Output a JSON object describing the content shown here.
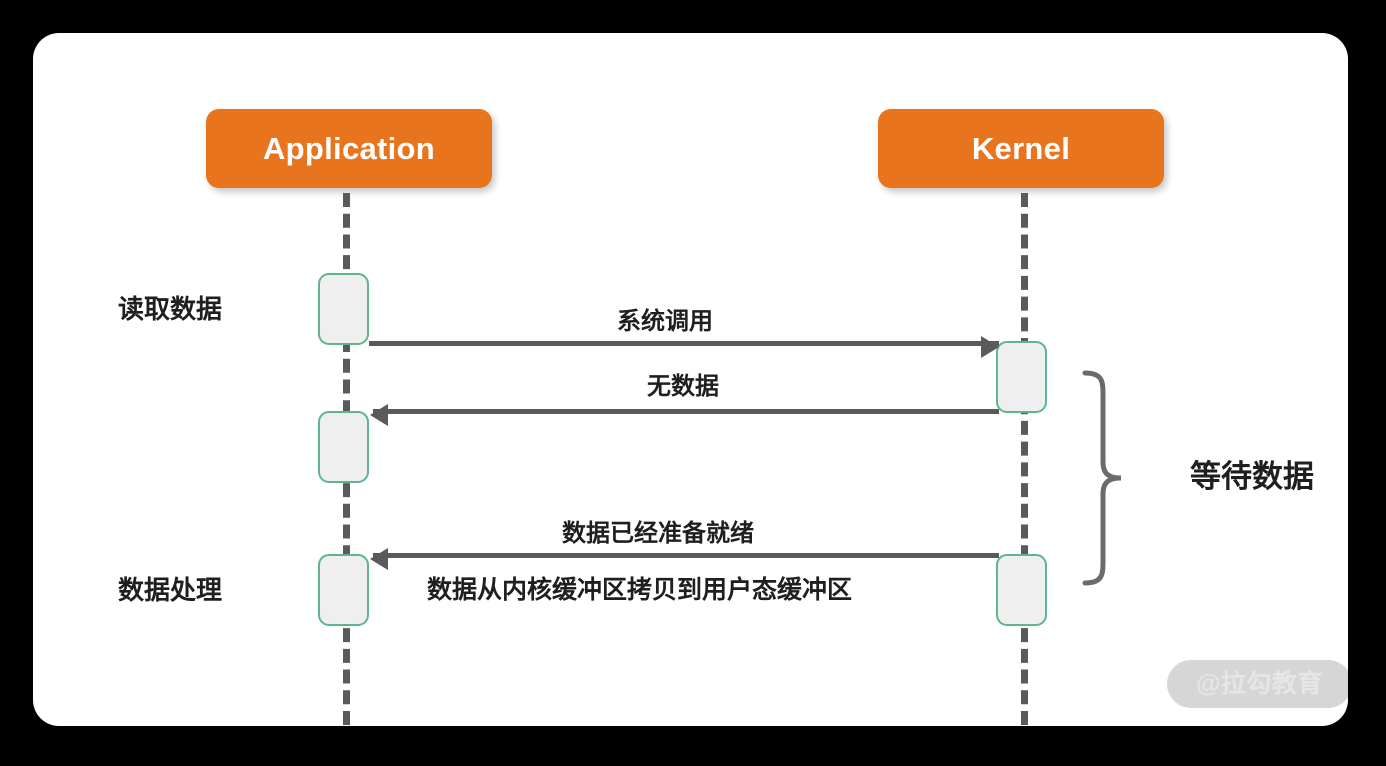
{
  "diagram": {
    "type": "sequence-diagram",
    "title": "Blocking IO sequence diagram",
    "colors": {
      "participant_fill": "#E8741E",
      "participant_text": "#FFFFFF",
      "activation_fill": "#EFEFEF",
      "activation_border": "#5EB68A",
      "line": "#5A5A5A",
      "card_background": "#FFFFFF",
      "page_background": "#000000",
      "watermark_pill": "#D6D6D6",
      "watermark_text": "#E6E6E6"
    },
    "participants": [
      {
        "id": "application",
        "label": "Application"
      },
      {
        "id": "kernel",
        "label": "Kernel"
      }
    ],
    "phase_labels": [
      {
        "id": "read-data",
        "label": "读取数据"
      },
      {
        "id": "data-processing",
        "label": "数据处理"
      }
    ],
    "messages": [
      {
        "id": "system-call",
        "label": "系统调用",
        "from": "application",
        "to": "kernel",
        "direction": "right"
      },
      {
        "id": "no-data",
        "label": "无数据",
        "from": "kernel",
        "to": "application",
        "direction": "left"
      },
      {
        "id": "data-ready",
        "label": "数据已经准备就绪",
        "from": "kernel",
        "to": "application",
        "direction": "left"
      },
      {
        "id": "copy-to-user-buffer",
        "label": "数据从内核缓冲区拷贝到用户态缓冲区",
        "from": "kernel",
        "to": "application",
        "direction": "left"
      }
    ],
    "annotations": [
      {
        "id": "wait-for-data",
        "label": "等待数据",
        "shape": "curly-brace"
      }
    ],
    "watermark": {
      "text": "@拉勾教育"
    }
  }
}
